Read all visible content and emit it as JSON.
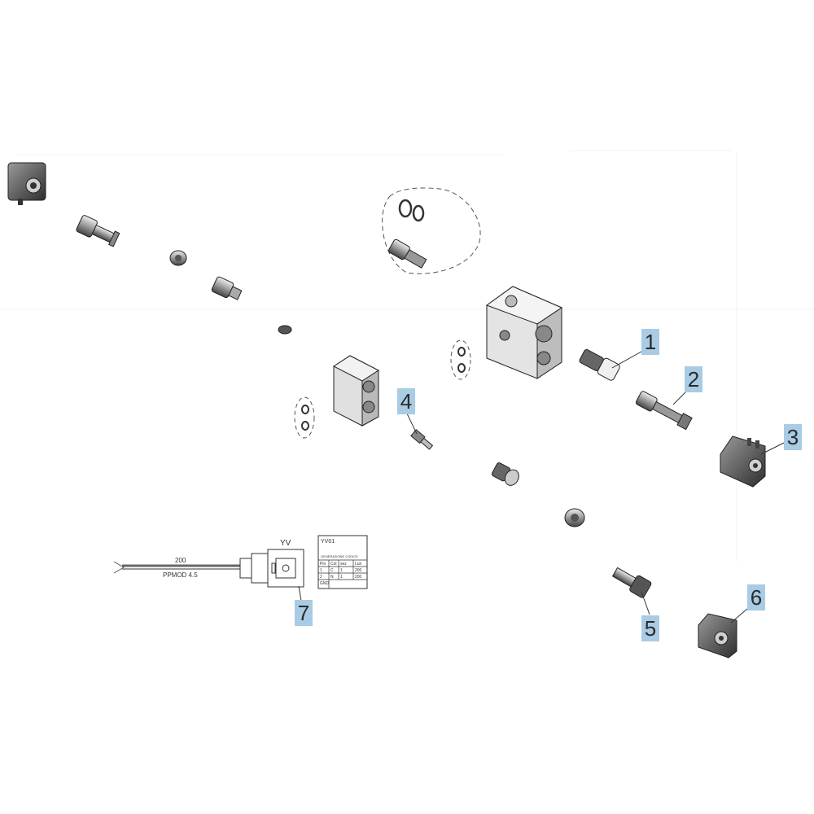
{
  "callouts": [
    {
      "id": "1",
      "label": "1"
    },
    {
      "id": "2",
      "label": "2"
    },
    {
      "id": "3",
      "label": "3"
    },
    {
      "id": "4",
      "label": "4"
    },
    {
      "id": "5",
      "label": "5"
    },
    {
      "id": "6",
      "label": "6"
    },
    {
      "id": "7",
      "label": "7"
    }
  ],
  "cable": {
    "length": "200",
    "code": "PPMOD 4.5",
    "connector_tag": "YV"
  },
  "table": {
    "title": "YV01",
    "header_note": "GENERAZIONE CODICE",
    "col_headers": [
      "Pin",
      "Col",
      "sez",
      "Lun"
    ],
    "rows": [
      [
        "1",
        "C",
        "1",
        "200"
      ],
      [
        "2",
        "N",
        "1",
        "200"
      ],
      [
        "GND",
        "",
        "",
        ""
      ]
    ]
  },
  "colors": {
    "callout_bg": "#a9cbe4",
    "line": "#3a3a3a",
    "part_dark": "#5a5a5a",
    "part_light": "#d8d8d8"
  }
}
